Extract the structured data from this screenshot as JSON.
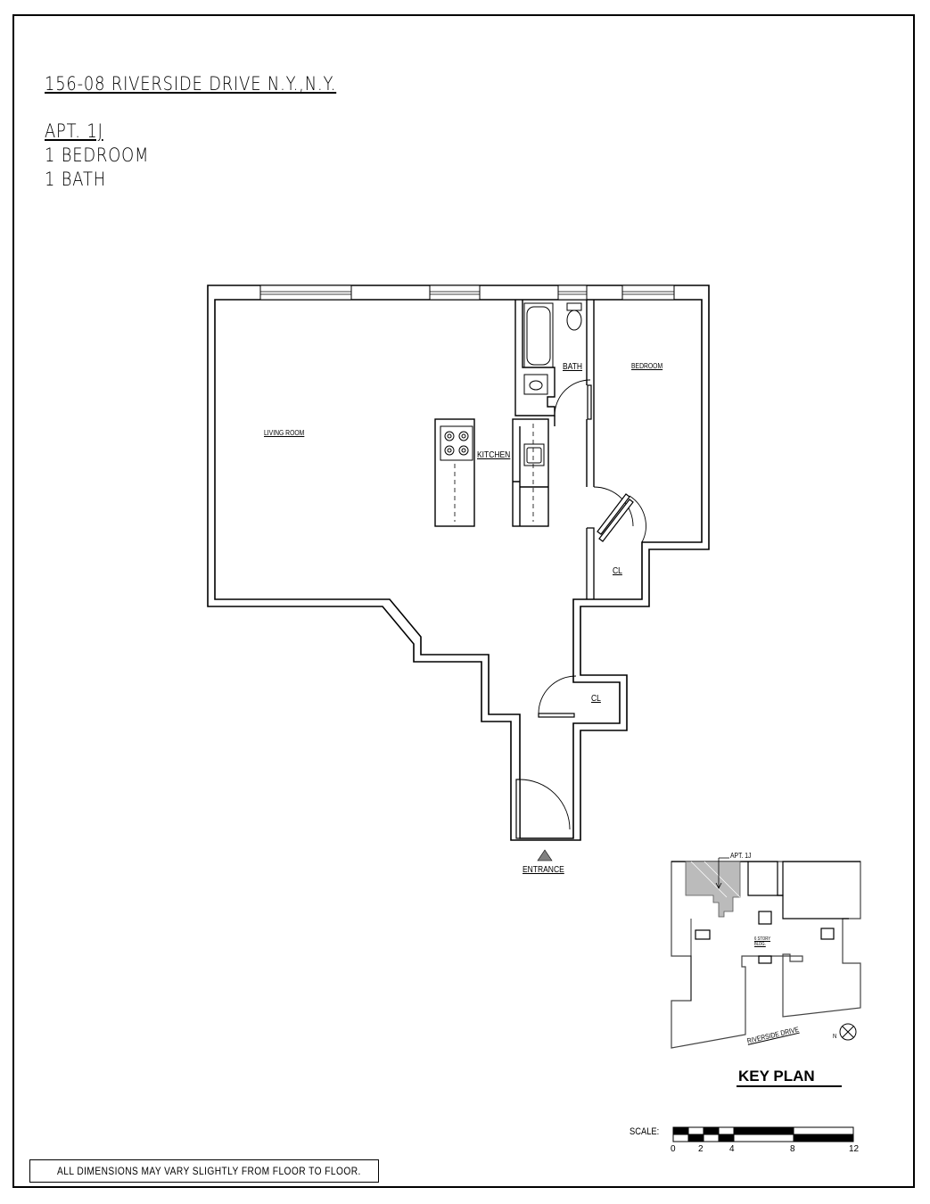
{
  "header": {
    "address": "156-08 RIVERSIDE DRIVE N.Y.,N.Y.",
    "apartment": "APT. 1J",
    "bedrooms": "1 BEDROOM",
    "baths": "1 BATH"
  },
  "rooms": {
    "living_room": "LIVING ROOM",
    "kitchen": "KITCHEN",
    "bath": "BATH",
    "bedroom": "BEDROOM",
    "closet_bedroom": "CL",
    "closet_hall": "CL",
    "entrance": "ENTRANCE"
  },
  "key_plan": {
    "title": "KEY PLAN",
    "apt_label": "APT. 1J",
    "building_label": "6 STORY BLDG.",
    "street_label": "RIVERSIDE DRIVE",
    "north_label": "N"
  },
  "scale": {
    "label": "SCALE:",
    "ticks": [
      "0",
      "2",
      "4",
      "8",
      "12"
    ]
  },
  "disclaimer": "ALL DIMENSIONS MAY VARY SLIGHTLY FROM FLOOR TO FLOOR."
}
